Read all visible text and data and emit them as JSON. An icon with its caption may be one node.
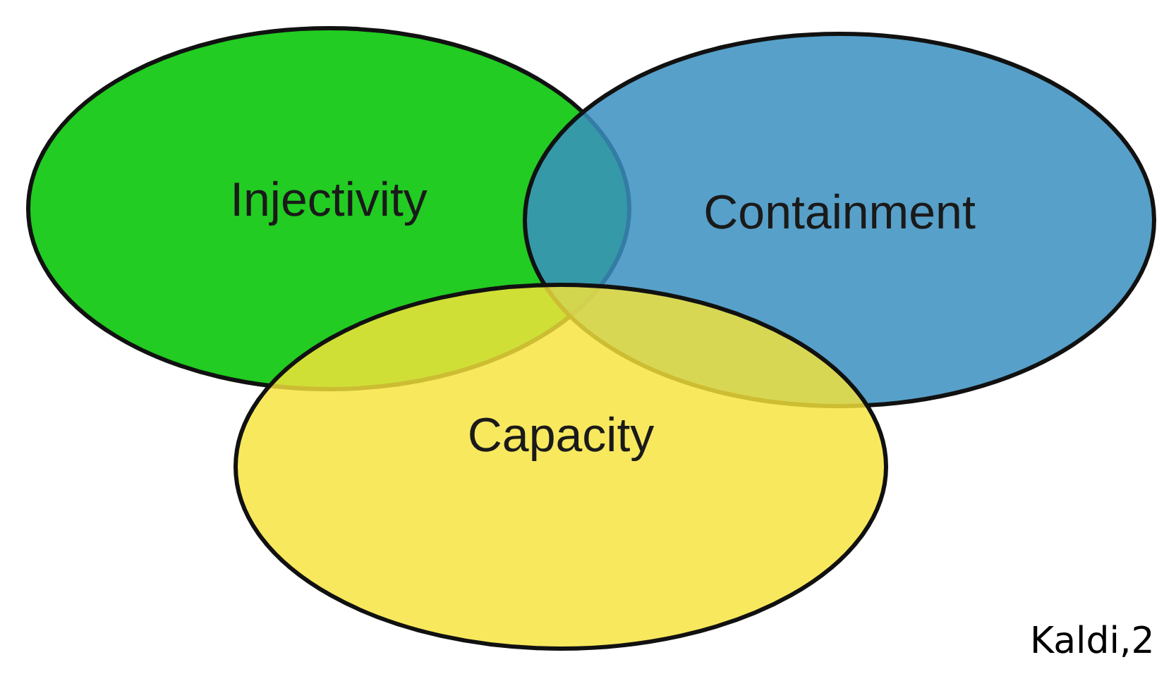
{
  "diagram": {
    "nodes": [
      {
        "text": [
          "Injectivity"
        ]
      },
      {
        "text": [
          "Containment"
        ]
      },
      {
        "text": [
          "Capacity"
        ]
      }
    ],
    "labels": [
      "Kaldi,2"
    ]
  }
}
